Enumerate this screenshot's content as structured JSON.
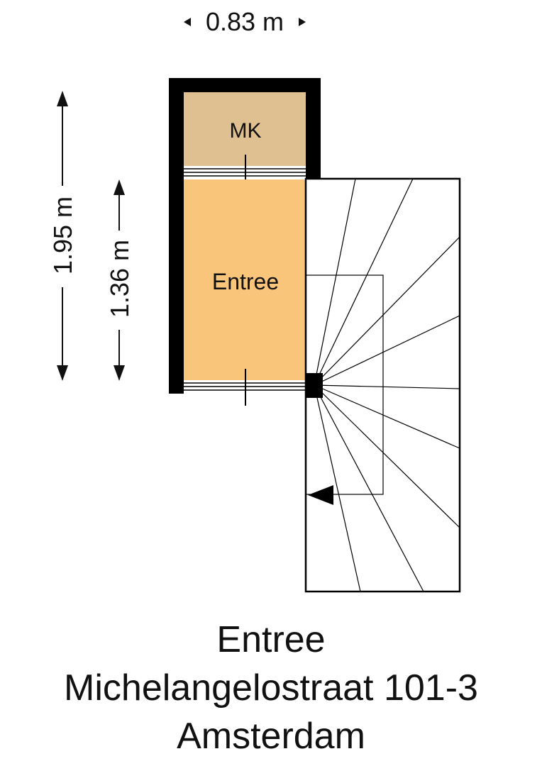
{
  "dimensions": {
    "width": "0.83 m",
    "height_total": "1.95 m",
    "height_entree": "1.36 m"
  },
  "rooms": [
    {
      "label": "MK",
      "color": "#dfc091"
    },
    {
      "label": "Entree",
      "color": "#f9c57a"
    }
  ],
  "caption": {
    "line1": "Entree",
    "line2": "Michelangelostraat 101-3",
    "line3": "Amsterdam"
  }
}
